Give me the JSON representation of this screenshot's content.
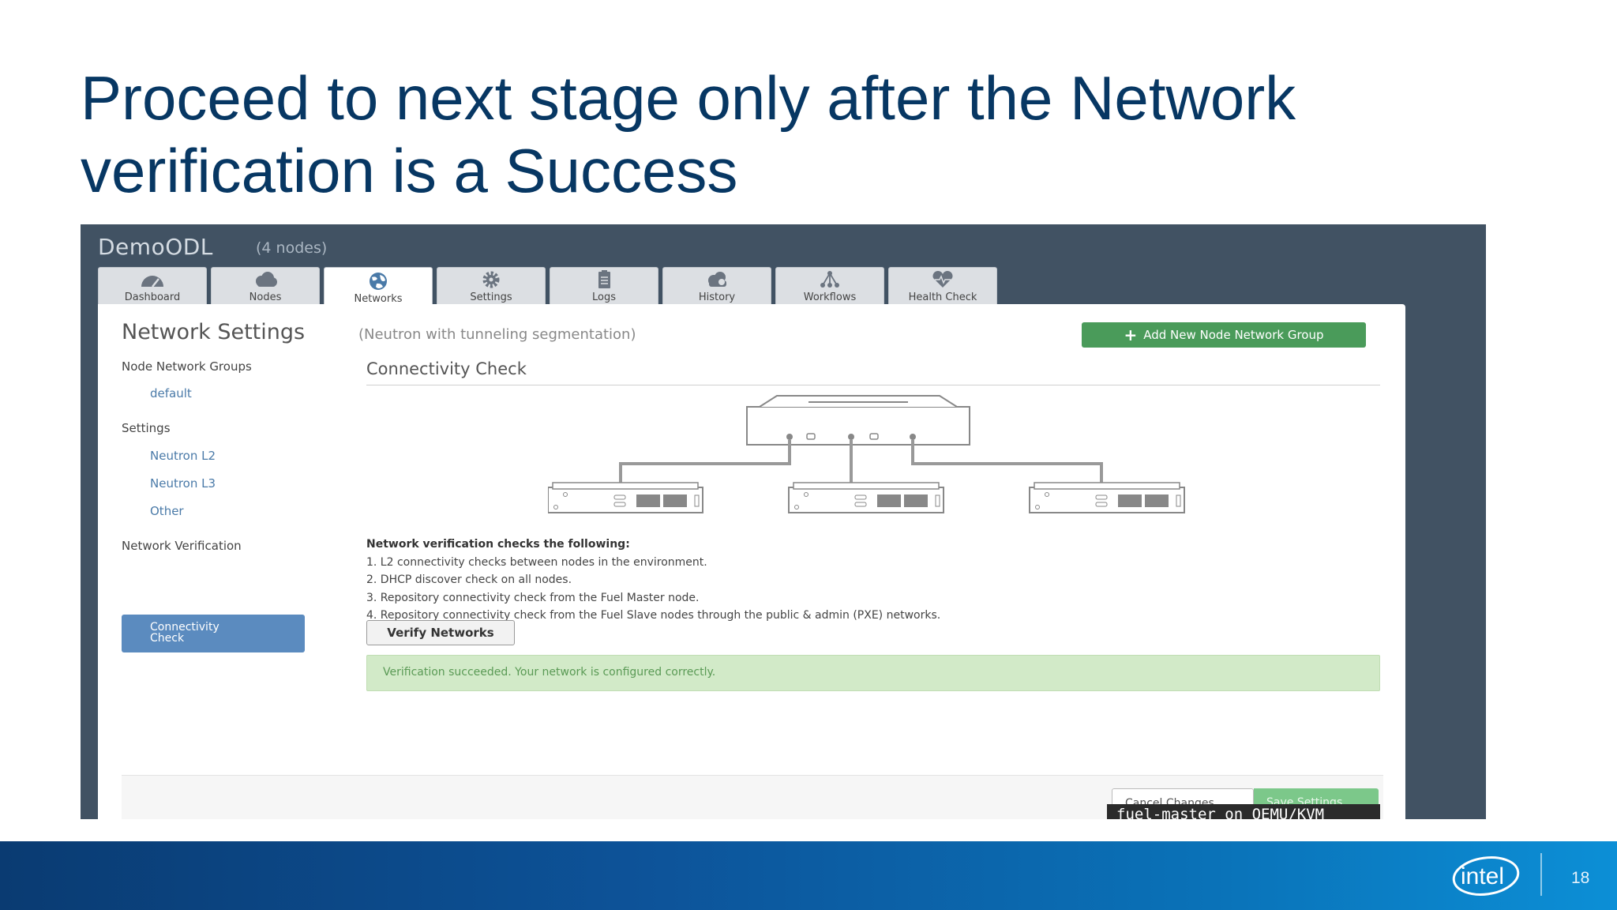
{
  "slide": {
    "title_line1": "Proceed to next stage only after the Network",
    "title_line2": "verification is a Success",
    "page_number": "18",
    "logo_text": "intel"
  },
  "environment": {
    "name": "DemoODL",
    "nodes": "(4 nodes)"
  },
  "tabs": [
    {
      "label": "Dashboard",
      "icon": "dashboard-icon"
    },
    {
      "label": "Nodes",
      "icon": "cloud-icon"
    },
    {
      "label": "Networks",
      "icon": "globe-icon",
      "active": true
    },
    {
      "label": "Settings",
      "icon": "gear-icon"
    },
    {
      "label": "Logs",
      "icon": "clipboard-icon"
    },
    {
      "label": "History",
      "icon": "history-icon"
    },
    {
      "label": "Workflows",
      "icon": "workflow-icon"
    },
    {
      "label": "Health Check",
      "icon": "heart-icon"
    }
  ],
  "network_settings": {
    "title": "Network Settings",
    "subtitle": "(Neutron with tunneling segmentation)",
    "add_group_button": "Add New Node Network Group"
  },
  "sidebar": {
    "groups_heading": "Node Network Groups",
    "groups": [
      "default"
    ],
    "settings_heading": "Settings",
    "settings": [
      "Neutron L2",
      "Neutron L3",
      "Other"
    ],
    "verification_heading": "Network Verification",
    "active_item_line1": "Connectivity",
    "active_item_line2": "Check"
  },
  "connectivity": {
    "title": "Connectivity Check",
    "checks_title": "Network verification checks the following:",
    "checks": [
      "1. L2 connectivity checks between nodes in the environment.",
      "2. DHCP discover check on all nodes.",
      "3. Repository connectivity check from the Fuel Master node.",
      "4. Repository connectivity check from the Fuel Slave nodes through the public & admin (PXE) networks."
    ],
    "verify_button": "Verify Networks",
    "success_message": "Verification succeeded. Your network is configured correctly."
  },
  "footer": {
    "cancel_button": "Cancel Changes",
    "save_button": "Save Settings",
    "tooltip": "fuel-master on QEMU/KVM"
  },
  "colors": {
    "title": "#073763",
    "screenshot_bg": "#415263",
    "add_button": "#4a9b5a",
    "sidebar_active": "#5b8bbf",
    "success_bg": "#d2eac8"
  }
}
